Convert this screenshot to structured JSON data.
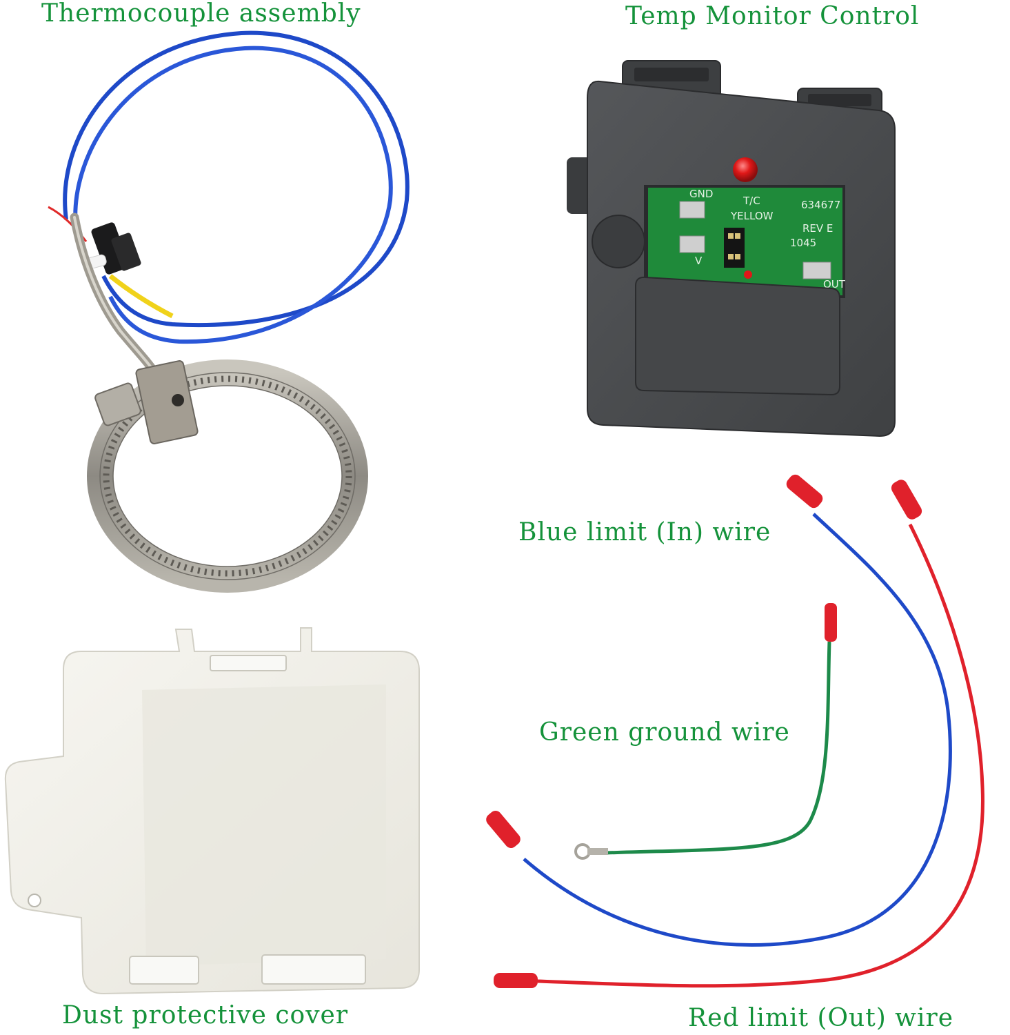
{
  "labels": {
    "thermocouple": "Thermocouple assembly",
    "control": "Temp Monitor Control",
    "blue_wire": "Blue limit (In) wire",
    "green_wire": "Green ground wire",
    "cover": "Dust protective cover",
    "red_wire": "Red limit (Out) wire"
  },
  "pcb_text": {
    "gnd": "GND",
    "tc": "T/C",
    "yellow": "YELLOW",
    "part": "634677",
    "rev": "REV E",
    "code": "1045",
    "out": "OUT",
    "v": "V"
  },
  "colors": {
    "label_green": "#14923a",
    "blue_wire": "#1e49c8",
    "red_wire": "#e0212b",
    "green_wire": "#1d8a4a",
    "control_body": "#4a4c4f",
    "pcb": "#1f8a3a",
    "cover": "#f1f0ea",
    "clamp": "#9a9790"
  }
}
